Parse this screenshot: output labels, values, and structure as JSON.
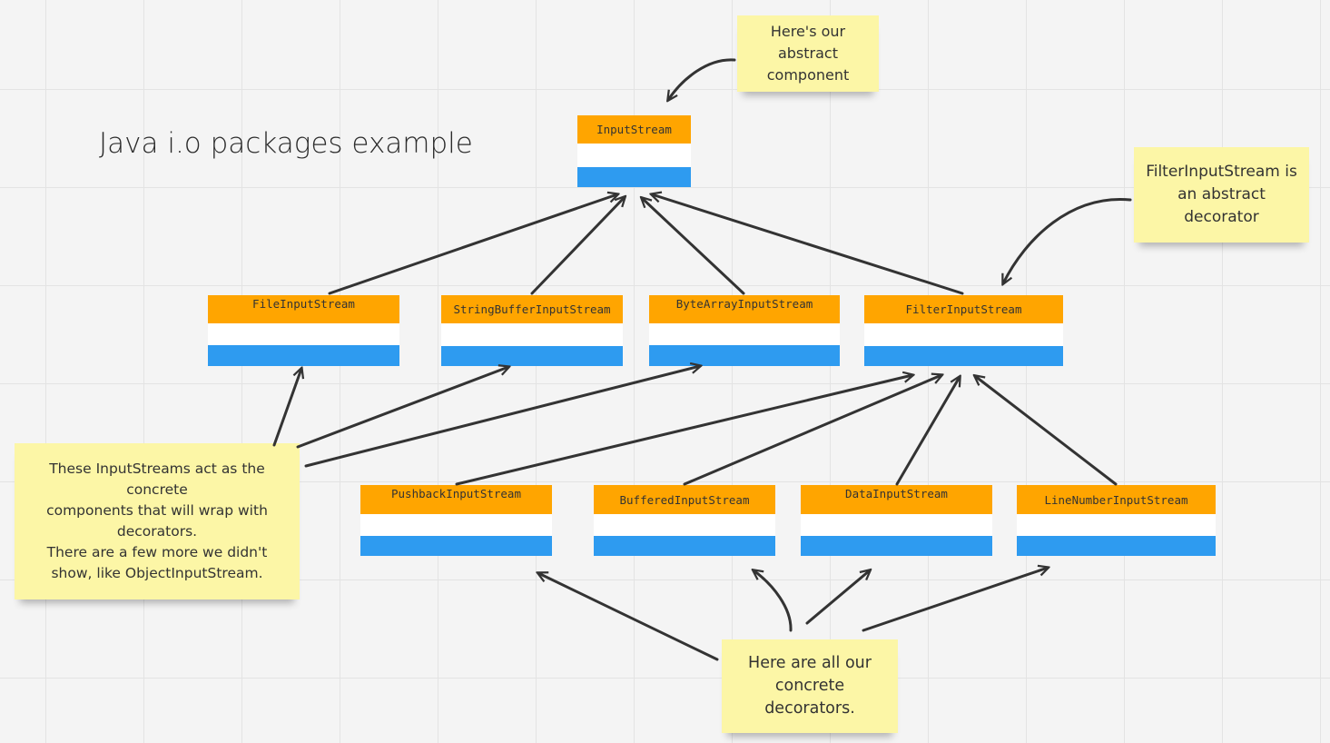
{
  "title": "Java i.o packages example",
  "classes": {
    "input_stream": "InputStream",
    "file_input_stream": "FileInputStream",
    "string_buffer_input_stream": "StringBufferInputStream",
    "byte_array_input_stream": "ByteArrayInputStream",
    "filter_input_stream": "FilterInputStream",
    "pushback_input_stream": "PushbackInputStream",
    "buffered_input_stream": "BufferedInputStream",
    "data_input_stream": "DataInputStream",
    "line_number_input_stream": "LineNumberInputStream"
  },
  "notes": {
    "abstract_component": "Here's our\nabstract\ncomponent",
    "abstract_decorator": "FilterInputStream is\nan abstract\ndecorator",
    "concrete_components": "These InputStreams act as the\nconcrete\ncomponents that will wrap with\ndecorators.\nThere are a few more we didn't\nshow, like ObjectInputStream.",
    "concrete_decorators": "Here are all our\nconcrete\ndecorators."
  },
  "colors": {
    "class_header": "#ffa500",
    "class_body": "#ffffff",
    "class_footer": "#2e9bf0",
    "sticky_note": "#fcf6a6",
    "arrow": "#333333"
  }
}
